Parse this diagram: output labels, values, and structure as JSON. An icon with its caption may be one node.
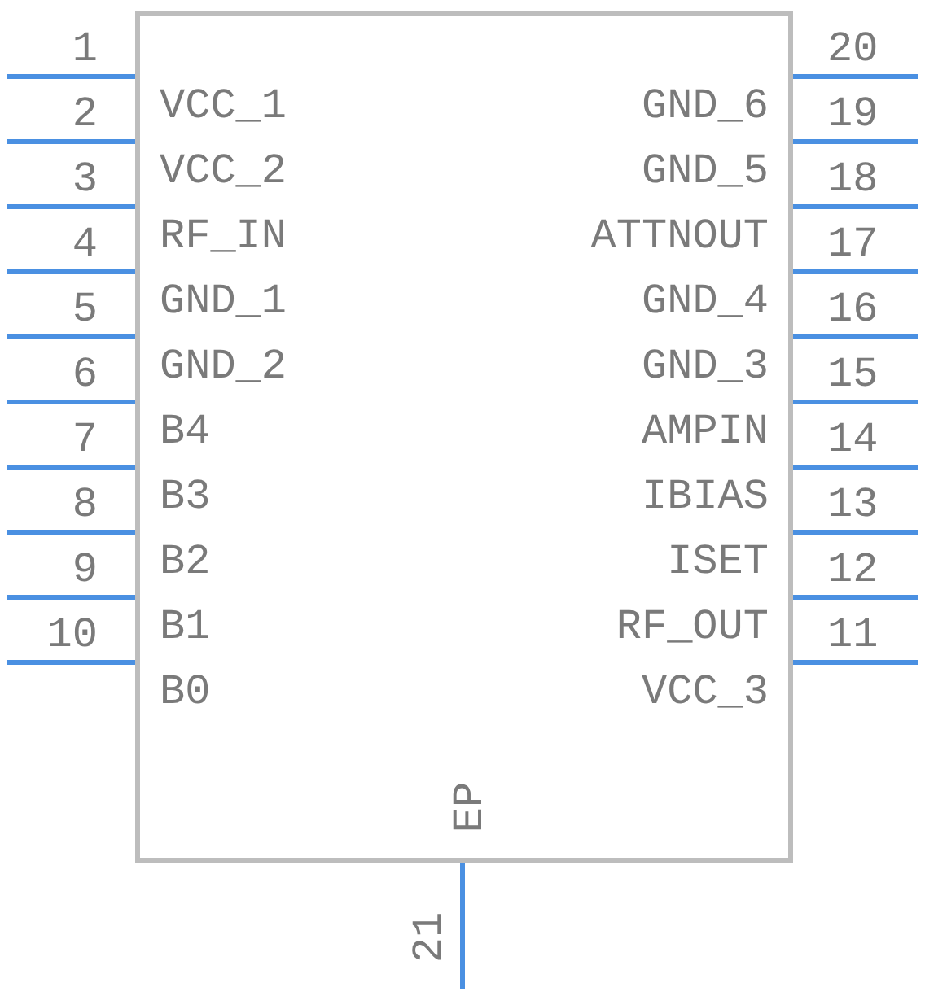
{
  "diagram": {
    "nodes": [
      {
        "text": [
          "VCC_1",
          "VCC_2",
          "RF_IN",
          "GND_1",
          "GND_2",
          "B4",
          "B3",
          "B2",
          "B1",
          "B0",
          "VCC_3",
          "RF_OUT",
          "ISET",
          "IBIAS",
          "AMPIN",
          "GND_3",
          "GND_4",
          "ATTNOUT",
          "GND_5",
          "GND_6",
          "EP"
        ]
      }
    ],
    "labels": [
      "1",
      "2",
      "3",
      "4",
      "5",
      "6",
      "7",
      "8",
      "9",
      "10",
      "11",
      "12",
      "13",
      "14",
      "15",
      "16",
      "17",
      "18",
      "19",
      "20",
      "21"
    ]
  }
}
